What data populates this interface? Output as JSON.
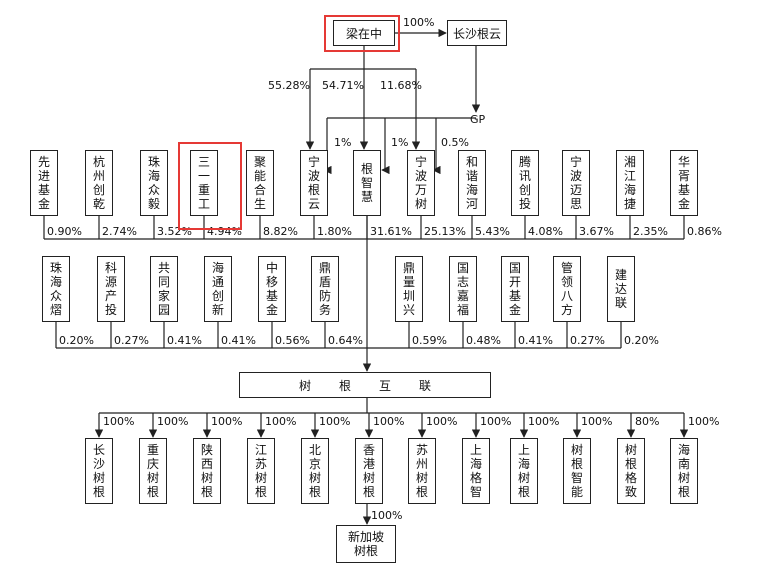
{
  "owner": "梁在中",
  "gp_company": "长沙根云",
  "gp_label": "GP",
  "owner_to_gp_pct": "100%",
  "owner_pcts": [
    "55.28%",
    "54.71%",
    "11.68%"
  ],
  "gp_pcts": [
    "1%",
    "1%",
    "0.5%"
  ],
  "row1": [
    {
      "name": "先进基金",
      "pct": "0.90%"
    },
    {
      "name": "杭州创乾",
      "pct": "2.74%"
    },
    {
      "name": "珠海众毅",
      "pct": "3.52%"
    },
    {
      "name": "三一重工",
      "pct": "4.94%"
    },
    {
      "name": "聚能合生",
      "pct": "8.82%"
    },
    {
      "name": "宁波根云",
      "pct": "1.80%"
    },
    {
      "name": "根智慧",
      "pct": "31.61%"
    },
    {
      "name": "宁波万树",
      "pct": "25.13%"
    },
    {
      "name": "和谐海河",
      "pct": "5.43%"
    },
    {
      "name": "腾讯创投",
      "pct": "4.08%"
    },
    {
      "name": "宁波迈思",
      "pct": "3.67%"
    },
    {
      "name": "湘江海捷",
      "pct": "2.35%"
    },
    {
      "name": "华胥基金",
      "pct": "0.86%"
    }
  ],
  "row2": [
    {
      "name": "珠海众熠",
      "pct": "0.20%"
    },
    {
      "name": "科源产投",
      "pct": "0.27%"
    },
    {
      "name": "共同家园",
      "pct": "0.41%"
    },
    {
      "name": "海通创新",
      "pct": "0.41%"
    },
    {
      "name": "中移基金",
      "pct": "0.56%"
    },
    {
      "name": "鼎盾防务",
      "pct": "0.64%"
    },
    {
      "name": "鼎量圳兴",
      "pct": "0.59%"
    },
    {
      "name": "国志嘉福",
      "pct": "0.48%"
    },
    {
      "name": "国开基金",
      "pct": "0.41%"
    },
    {
      "name": "管领八方",
      "pct": "0.27%"
    },
    {
      "name": "建达联",
      "pct": "0.20%"
    }
  ],
  "center": "树根互联",
  "subs": [
    {
      "name": "长沙树根",
      "pct": "100%"
    },
    {
      "name": "重庆树根",
      "pct": "100%"
    },
    {
      "name": "陕西树根",
      "pct": "100%"
    },
    {
      "name": "江苏树根",
      "pct": "100%"
    },
    {
      "name": "北京树根",
      "pct": "100%"
    },
    {
      "name": "香港树根",
      "pct": "100%"
    },
    {
      "name": "苏州树根",
      "pct": "100%"
    },
    {
      "name": "上海格智",
      "pct": "100%"
    },
    {
      "name": "上海树根",
      "pct": "100%"
    },
    {
      "name": "树根智能",
      "pct": "100%"
    },
    {
      "name": "树根格致",
      "pct": "80%"
    },
    {
      "name": "海南树根",
      "pct": "100%"
    }
  ],
  "sg": {
    "name": "新加坡\n树根",
    "pct": "100%"
  }
}
